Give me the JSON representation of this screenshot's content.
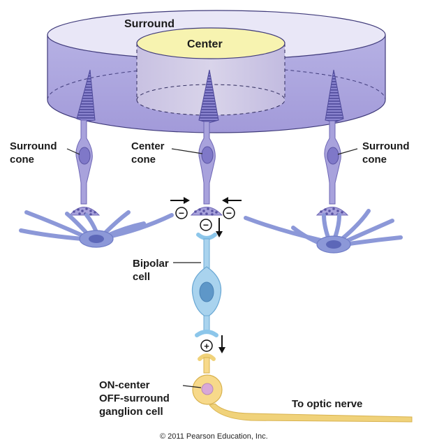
{
  "labels": {
    "surround_disc": "Surround",
    "center_disc": "Center",
    "surround_cone_left": [
      "Surround",
      "cone"
    ],
    "center_cone": [
      "Center",
      "cone"
    ],
    "surround_cone_right": [
      "Surround",
      "cone"
    ],
    "bipolar": [
      "Bipolar",
      "cell"
    ],
    "ganglion": [
      "ON-center",
      "OFF-surround",
      "ganglion cell"
    ],
    "optic_nerve": "To optic nerve",
    "copyright": "© 2011 Pearson Education, Inc."
  },
  "signs": {
    "inhibit_left": "−",
    "inhibit_right": "−",
    "inhibit_center": "−",
    "excite": "+"
  },
  "colors": {
    "surround_fill": "#b9b4e6",
    "center_fill": "#f7f3b0",
    "cone": "#a8a2dc",
    "cone_edge": "#6d66b5",
    "horizontal_cell": "#8c98d8",
    "bipolar": "#a9d3ee",
    "ganglion": "#f7d98a",
    "axon": "#f0d27a"
  }
}
